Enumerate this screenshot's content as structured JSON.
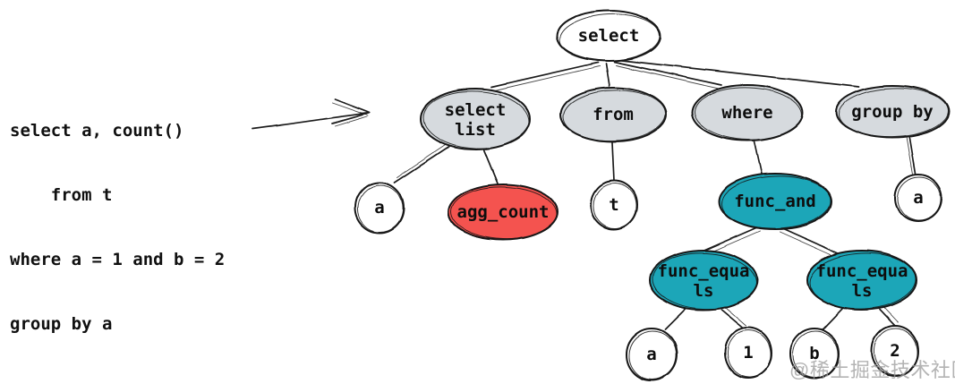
{
  "sql": {
    "lines": [
      "select a, count()",
      "    from t",
      "where a = 1 and b = 2",
      "group by a"
    ]
  },
  "tree": {
    "root": {
      "label": "select"
    },
    "clauses": {
      "select_list": {
        "label": "select list",
        "lines": [
          "select",
          "list"
        ],
        "children": [
          {
            "label": "a"
          },
          {
            "label": "agg_count"
          }
        ]
      },
      "from": {
        "label": "from",
        "children": [
          {
            "label": "t"
          }
        ]
      },
      "where": {
        "label": "where",
        "children": [
          {
            "label": "func_and"
          }
        ]
      },
      "group_by": {
        "label": "group by",
        "children": [
          {
            "label": "a"
          }
        ]
      }
    },
    "func_and_children": [
      {
        "label": "func_equals",
        "lines": [
          "func_equa",
          "ls"
        ],
        "children": [
          {
            "label": "a"
          },
          {
            "label": "1"
          }
        ]
      },
      {
        "label": "func_equals",
        "lines": [
          "func_equa",
          "ls"
        ],
        "children": [
          {
            "label": "b"
          },
          {
            "label": "2"
          }
        ]
      }
    ]
  },
  "colors": {
    "node_white": "#ffffff",
    "node_gray": "#d6dade",
    "node_red": "#f4534f",
    "node_teal": "#1fa6b8",
    "stroke": "#161616",
    "watermark_gray": "#9e9e9e"
  },
  "watermark": {
    "text": "@稀土掘金技术社区"
  }
}
